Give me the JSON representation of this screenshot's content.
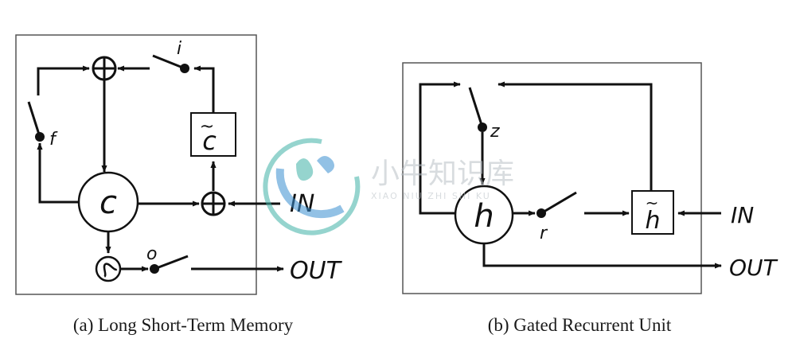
{
  "panels": {
    "lstm": {
      "caption": "(a) Long Short-Term Memory",
      "labels": {
        "cell": "c",
        "candidate": "c",
        "input_gate": "i",
        "forget_gate": "f",
        "output_gate": "o",
        "input": "IN",
        "output": "OUT"
      }
    },
    "gru": {
      "caption": "(b) Gated Recurrent Unit",
      "labels": {
        "hidden": "h",
        "candidate": "h",
        "update_gate": "z",
        "reset_gate": "r",
        "input": "IN",
        "output": "OUT"
      }
    }
  },
  "watermark": {
    "chinese": "小牛知识库",
    "pinyin": "XIAO NIU ZHI SHI KU",
    "colors": {
      "teal": "#3fb1a7",
      "blue": "#3a8fd0"
    }
  },
  "colors": {
    "stroke": "#111111",
    "frame": "#555555"
  }
}
